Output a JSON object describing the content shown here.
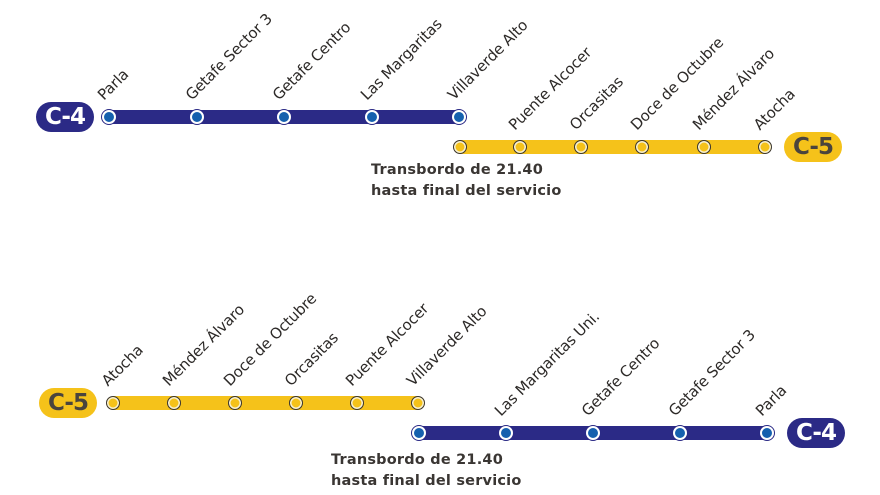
{
  "colors": {
    "c4_line": "#2b2a86",
    "c4_stop": "#1560ae",
    "c5_line": "#f5c21a",
    "text": "#2d2a28"
  },
  "top": {
    "c4": {
      "badge": "C-4",
      "stations": [
        "Parla",
        "Getafe Sector 3",
        "Getafe Centro",
        "Las Margaritas",
        "Villaverde Alto"
      ]
    },
    "c5": {
      "badge": "C-5",
      "stations": [
        "",
        "Puente Alcocer",
        "Orcasitas",
        "Doce de Octubre",
        "Méndez Álvaro",
        "Atocha"
      ]
    },
    "note_line1": "Transbordo de 21.40",
    "note_line2": "hasta final del servicio"
  },
  "bottom": {
    "c5": {
      "badge": "C-5",
      "stations": [
        "Atocha",
        "Méndez Álvaro",
        "Doce de Octubre",
        "Orcasitas",
        "Puente Alcocer",
        "Villaverde Alto"
      ]
    },
    "c4": {
      "badge": "C-4",
      "stations": [
        "",
        "Las Margaritas Uni.",
        "Getafe Centro",
        "Getafe Sector 3",
        "Parla"
      ]
    },
    "note_line1": "Transbordo de 21.40",
    "note_line2": "hasta final del servicio"
  }
}
